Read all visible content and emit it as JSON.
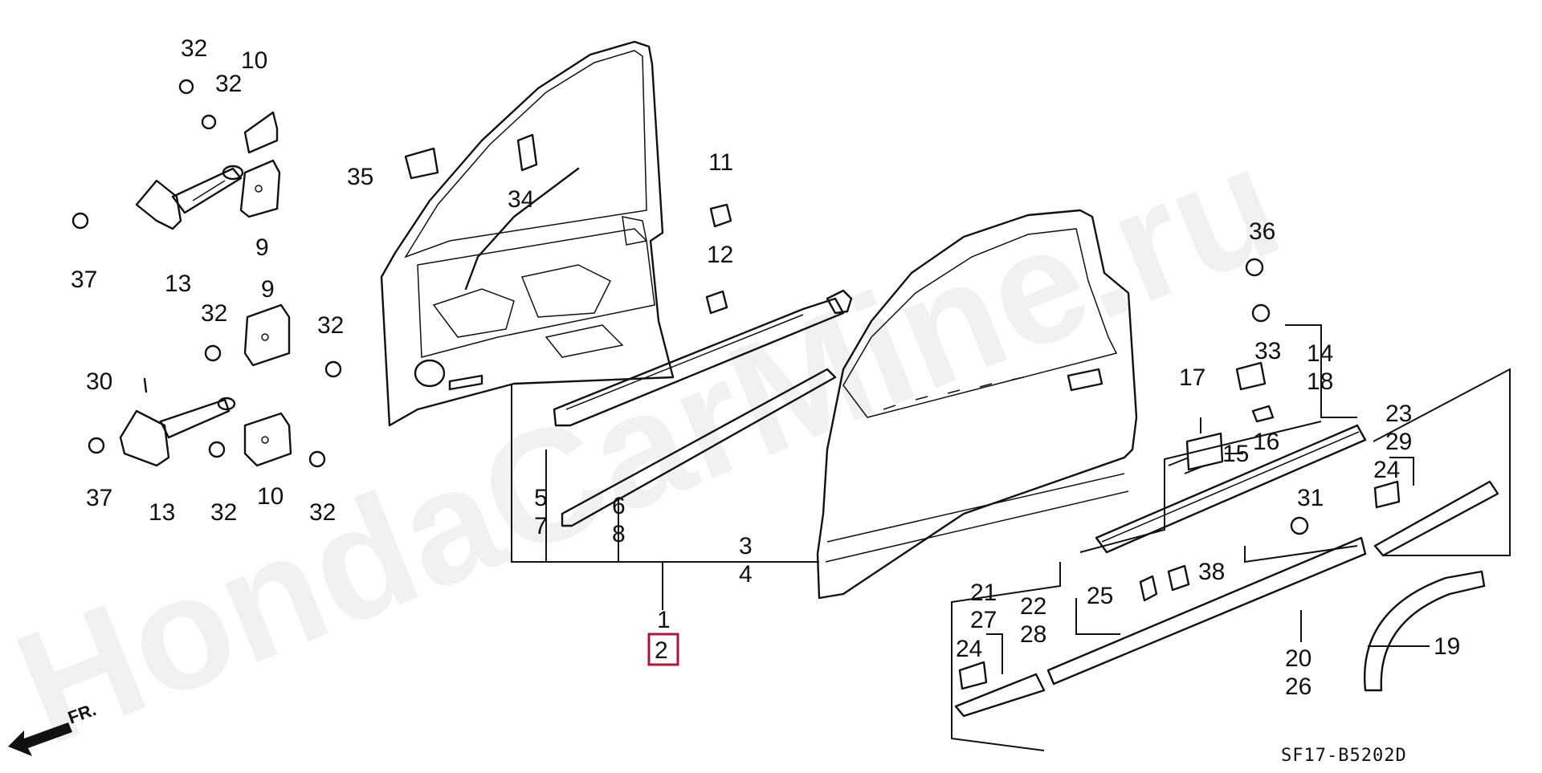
{
  "diagram": {
    "watermark": "HondaCarMine.ru",
    "diagram_code": "SF17-B5202D",
    "direction_marker": "FR.",
    "highlight_color": "#b0123a",
    "callouts": [
      {
        "id": "c1",
        "label": "32"
      },
      {
        "id": "c2",
        "label": "10"
      },
      {
        "id": "c3",
        "label": "32"
      },
      {
        "id": "c4",
        "label": "35"
      },
      {
        "id": "c5",
        "label": "34"
      },
      {
        "id": "c6",
        "label": "11"
      },
      {
        "id": "c7",
        "label": "12"
      },
      {
        "id": "c8",
        "label": "9"
      },
      {
        "id": "c9",
        "label": "37"
      },
      {
        "id": "c10",
        "label": "13"
      },
      {
        "id": "c11",
        "label": "9"
      },
      {
        "id": "c12",
        "label": "32"
      },
      {
        "id": "c13",
        "label": "32"
      },
      {
        "id": "c14",
        "label": "30"
      },
      {
        "id": "c15",
        "label": "37"
      },
      {
        "id": "c16",
        "label": "13"
      },
      {
        "id": "c17",
        "label": "32"
      },
      {
        "id": "c18",
        "label": "10"
      },
      {
        "id": "c19",
        "label": "32"
      },
      {
        "id": "c20",
        "label": "5"
      },
      {
        "id": "c21",
        "label": "7"
      },
      {
        "id": "c22",
        "label": "6"
      },
      {
        "id": "c23",
        "label": "8"
      },
      {
        "id": "c24",
        "label": "3"
      },
      {
        "id": "c25",
        "label": "4"
      },
      {
        "id": "c26",
        "label": "1"
      },
      {
        "id": "c27",
        "label": "2",
        "highlighted": true
      },
      {
        "id": "c28",
        "label": "36"
      },
      {
        "id": "c29",
        "label": "33"
      },
      {
        "id": "c30",
        "label": "14"
      },
      {
        "id": "c31",
        "label": "18"
      },
      {
        "id": "c32",
        "label": "17"
      },
      {
        "id": "c33",
        "label": "16"
      },
      {
        "id": "c34",
        "label": "15"
      },
      {
        "id": "c35",
        "label": "23"
      },
      {
        "id": "c36",
        "label": "29"
      },
      {
        "id": "c37",
        "label": "24"
      },
      {
        "id": "c38",
        "label": "31"
      },
      {
        "id": "c39",
        "label": "38"
      },
      {
        "id": "c40",
        "label": "25"
      },
      {
        "id": "c41",
        "label": "22"
      },
      {
        "id": "c42",
        "label": "28"
      },
      {
        "id": "c43",
        "label": "21"
      },
      {
        "id": "c44",
        "label": "27"
      },
      {
        "id": "c45",
        "label": "24"
      },
      {
        "id": "c46",
        "label": "20"
      },
      {
        "id": "c47",
        "label": "26"
      },
      {
        "id": "c48",
        "label": "19"
      }
    ]
  }
}
